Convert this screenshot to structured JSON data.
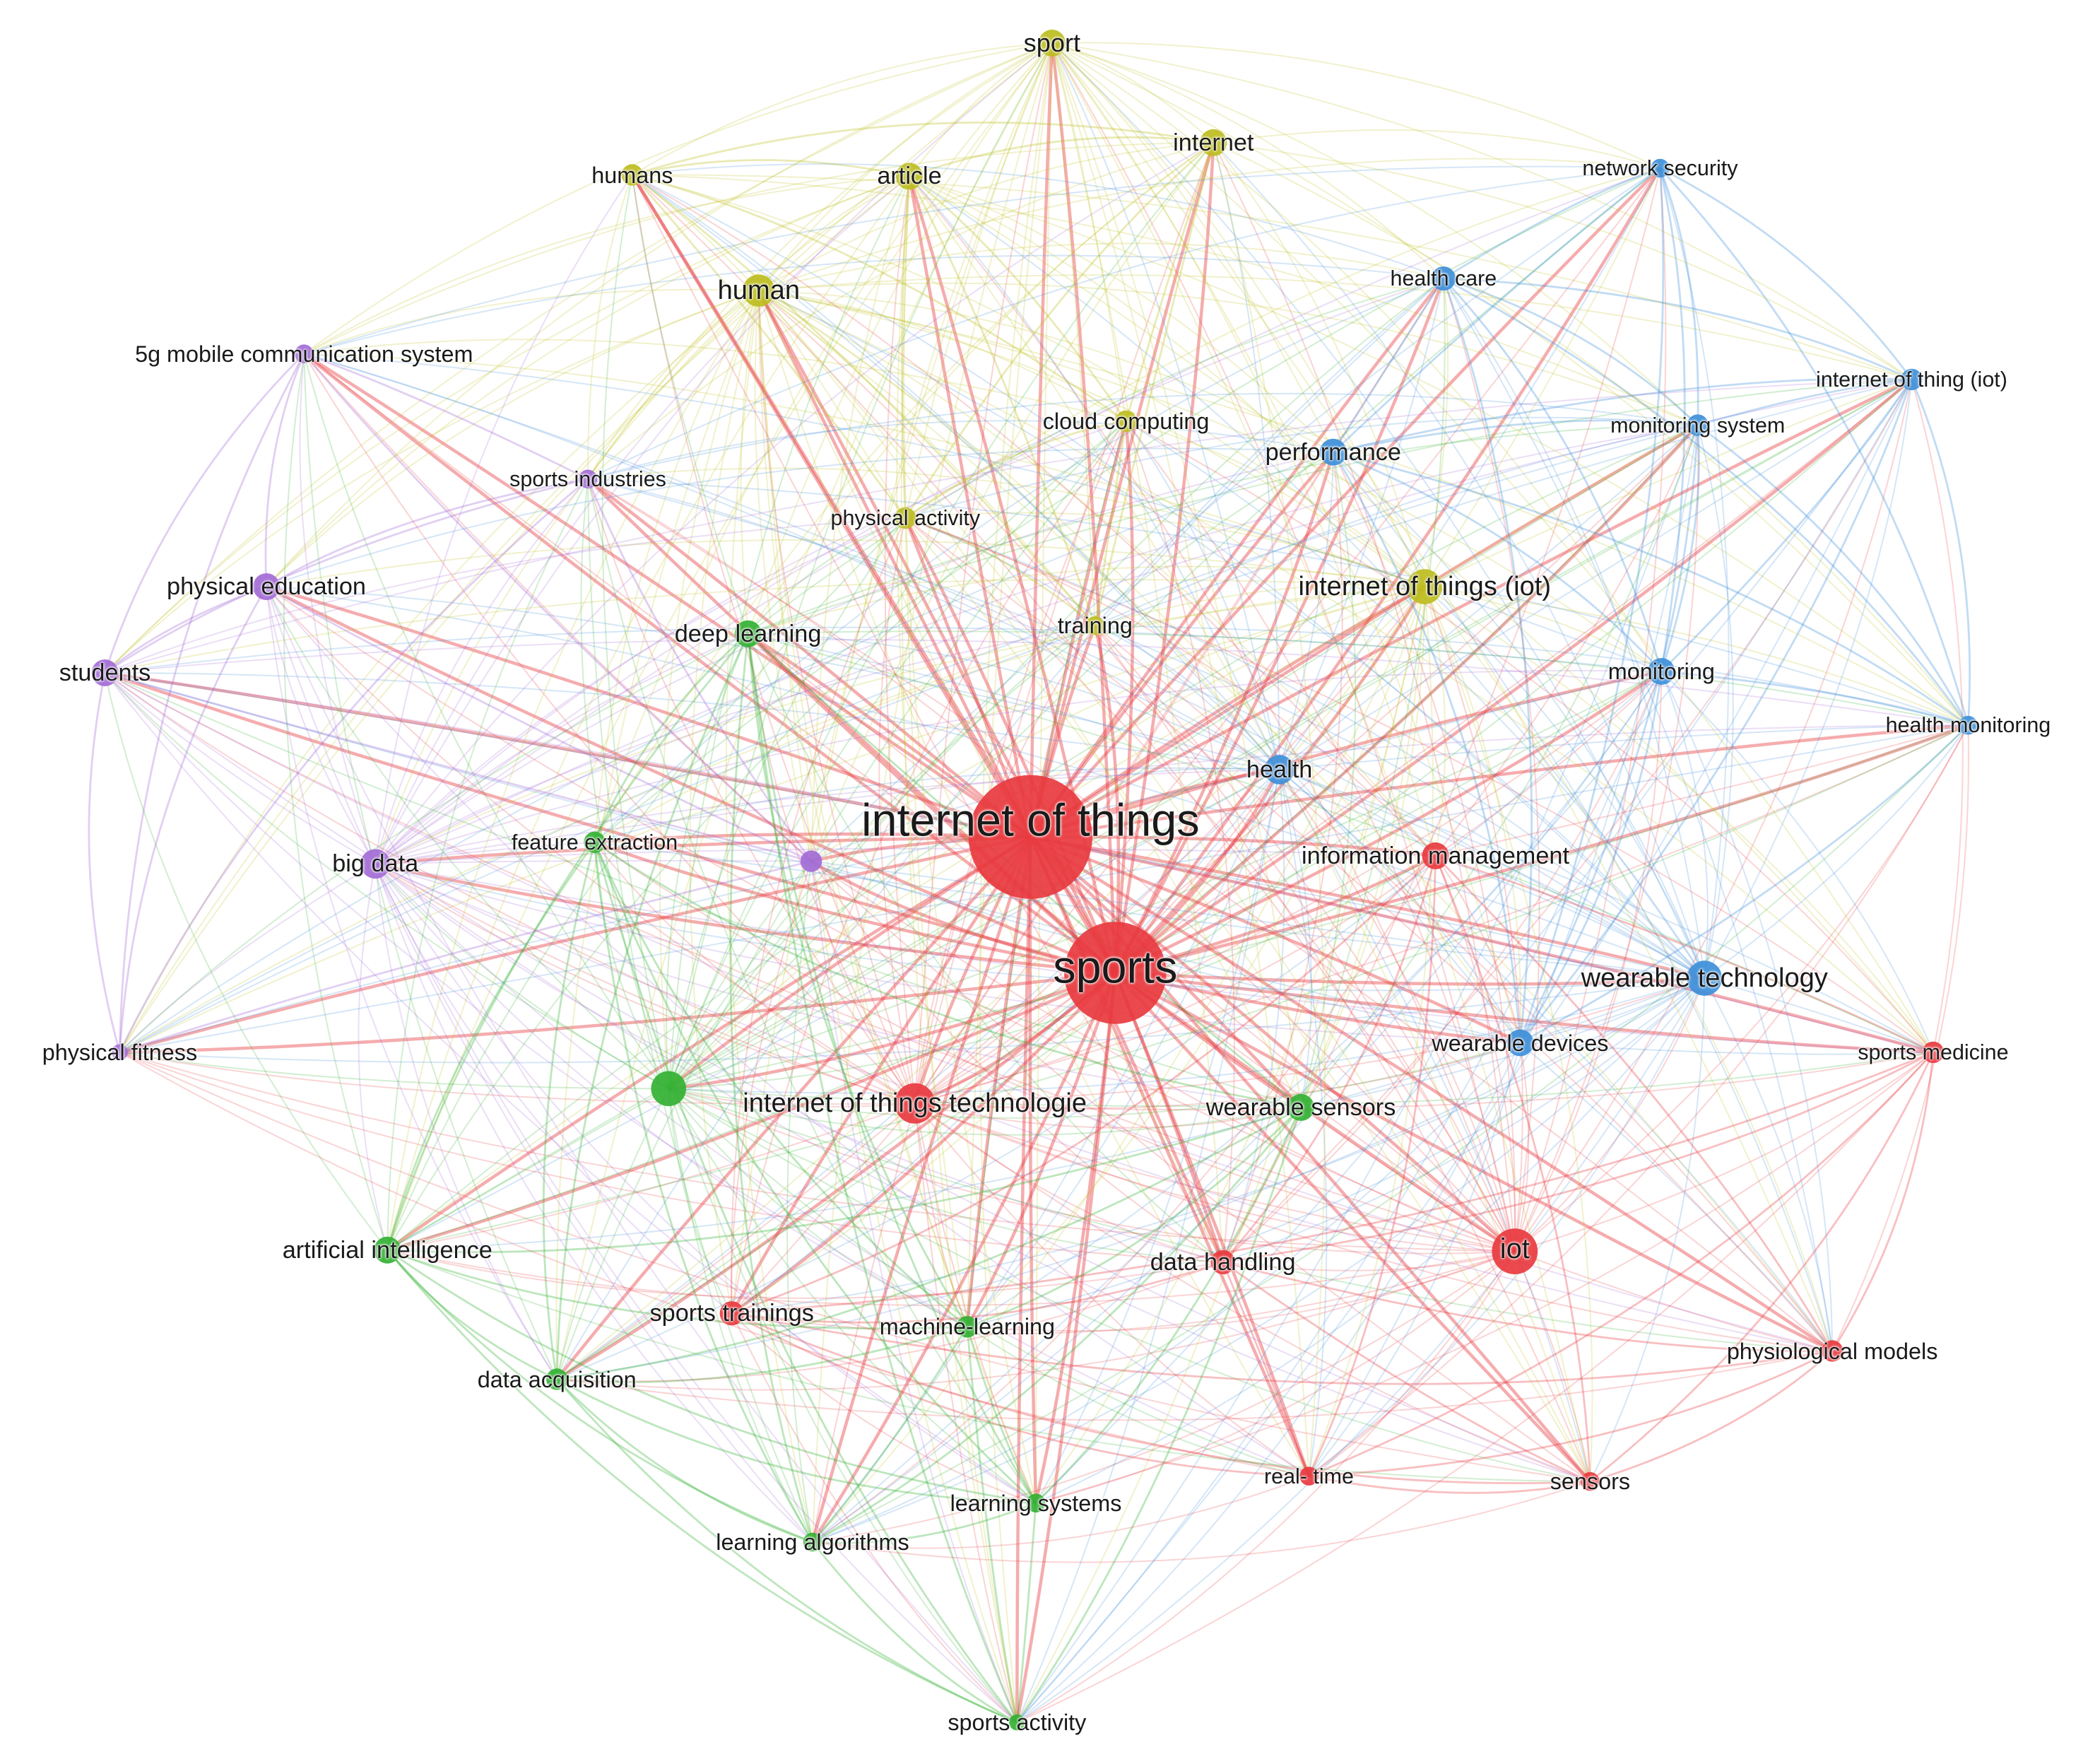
{
  "colors": {
    "cluster_red": "#E8393F",
    "cluster_green": "#33B133",
    "cluster_blue": "#3E8FD9",
    "cluster_yellow": "#BDBD1F",
    "cluster_purple": "#A36BD6"
  },
  "network": {
    "nodes": [
      {
        "id": "iot_main",
        "label": "internet of things",
        "cluster": "red",
        "weight": 10
      },
      {
        "id": "sports",
        "label": "sports",
        "cluster": "red",
        "weight": 8
      },
      {
        "id": "iot_short",
        "label": "iot",
        "cluster": "red",
        "weight": 4
      },
      {
        "id": "iot_tech",
        "label": "internet of things technologie",
        "cluster": "red",
        "weight": 3.2
      },
      {
        "id": "info_mgmt",
        "label": "information management",
        "cluster": "red",
        "weight": 2.4
      },
      {
        "id": "data_handling",
        "label": "data handling",
        "cluster": "red",
        "weight": 2.4
      },
      {
        "id": "sports_trainings",
        "label": "sports trainings",
        "cluster": "red",
        "weight": 2.2
      },
      {
        "id": "sports_medicine",
        "label": "sports medicine",
        "cluster": "red",
        "weight": 2
      },
      {
        "id": "physiological",
        "label": "physiological models",
        "cluster": "red",
        "weight": 2
      },
      {
        "id": "real_time",
        "label": "real- time",
        "cluster": "red",
        "weight": 1.8
      },
      {
        "id": "sensors",
        "label": "sensors",
        "cluster": "red",
        "weight": 1.8
      },
      {
        "id": "deep_learning",
        "label": "deep learning",
        "cluster": "green",
        "weight": 2.5
      },
      {
        "id": "feature_extraction",
        "label": "feature extraction",
        "cluster": "green",
        "weight": 2
      },
      {
        "id": "green_hub",
        "label": "",
        "cluster": "green",
        "weight": 3
      },
      {
        "id": "wearable_sensors",
        "label": "wearable sensors",
        "cluster": "green",
        "weight": 2.4
      },
      {
        "id": "ai",
        "label": "artificial intelligence",
        "cluster": "green",
        "weight": 2.4
      },
      {
        "id": "data_acq",
        "label": "data acquisition",
        "cluster": "green",
        "weight": 2
      },
      {
        "id": "machine_learning",
        "label": "machine-learning",
        "cluster": "green",
        "weight": 2
      },
      {
        "id": "learning_systems",
        "label": "learning systems",
        "cluster": "green",
        "weight": 1.8
      },
      {
        "id": "learning_algorithms",
        "label": "learning algorithms",
        "cluster": "green",
        "weight": 1.8
      },
      {
        "id": "sports_activity",
        "label": "sports activity",
        "cluster": "green",
        "weight": 1.6
      },
      {
        "id": "network_security",
        "label": "network security",
        "cluster": "blue",
        "weight": 1.8
      },
      {
        "id": "health_care",
        "label": "health care",
        "cluster": "blue",
        "weight": 2.4
      },
      {
        "id": "iot_iot",
        "label": "internet of thing (iot)",
        "cluster": "blue",
        "weight": 2
      },
      {
        "id": "monitoring_system",
        "label": "monitoring system",
        "cluster": "blue",
        "weight": 2
      },
      {
        "id": "performance",
        "label": "performance",
        "cluster": "blue",
        "weight": 2.4
      },
      {
        "id": "monitoring",
        "label": "monitoring",
        "cluster": "blue",
        "weight": 2.4
      },
      {
        "id": "health_monitoring",
        "label": "health monitoring",
        "cluster": "blue",
        "weight": 1.8
      },
      {
        "id": "health",
        "label": "health",
        "cluster": "blue",
        "weight": 2.6
      },
      {
        "id": "wearable_tech",
        "label": "wearable technology",
        "cluster": "blue",
        "weight": 3.2
      },
      {
        "id": "wearable_devices",
        "label": "wearable devices",
        "cluster": "blue",
        "weight": 2.4
      },
      {
        "id": "sport",
        "label": "sport",
        "cluster": "yellow",
        "weight": 2.6
      },
      {
        "id": "internet",
        "label": "internet",
        "cluster": "yellow",
        "weight": 2.6
      },
      {
        "id": "humans",
        "label": "humans",
        "cluster": "yellow",
        "weight": 2.2
      },
      {
        "id": "article",
        "label": "article",
        "cluster": "yellow",
        "weight": 2.6
      },
      {
        "id": "human",
        "label": "human",
        "cluster": "yellow",
        "weight": 3
      },
      {
        "id": "cloud_computing",
        "label": "cloud computing",
        "cluster": "yellow",
        "weight": 2
      },
      {
        "id": "physical_activity",
        "label": "physical activity",
        "cluster": "yellow",
        "weight": 2
      },
      {
        "id": "iot_paren",
        "label": "internet of things (iot)",
        "cluster": "yellow",
        "weight": 3.2
      },
      {
        "id": "training",
        "label": "training",
        "cluster": "yellow",
        "weight": 1.8
      },
      {
        "id": "5g",
        "label": "5g mobile communication system",
        "cluster": "purple",
        "weight": 1.8
      },
      {
        "id": "sports_industries",
        "label": "sports industries",
        "cluster": "purple",
        "weight": 1.8
      },
      {
        "id": "physical_education",
        "label": "physical education",
        "cluster": "purple",
        "weight": 2.4
      },
      {
        "id": "students",
        "label": "students",
        "cluster": "purple",
        "weight": 2.4
      },
      {
        "id": "big_data",
        "label": "big data",
        "cluster": "purple",
        "weight": 2.8
      },
      {
        "id": "purple_small",
        "label": "",
        "cluster": "purple",
        "weight": 1.8
      },
      {
        "id": "physical_fitness",
        "label": "physical fitness",
        "cluster": "purple",
        "weight": 1.6
      }
    ]
  }
}
